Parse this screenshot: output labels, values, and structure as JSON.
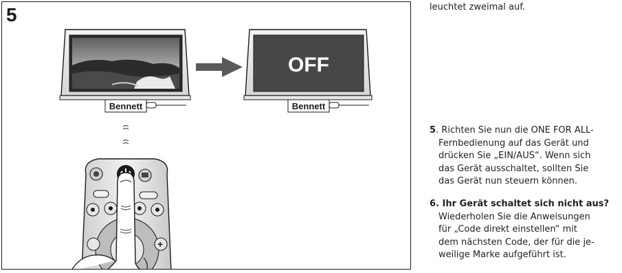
{
  "panel": {
    "step_number": "5",
    "tv_left_brand": "Bennett",
    "tv_right_brand": "Bennett",
    "tv_right_screen_text": "OFF"
  },
  "instructions": {
    "intro_tail": "leuchtet zweimal auf.",
    "step5": {
      "number": "5",
      "lines": [
        ". Richten Sie nun die ONE FOR ALL-",
        "Fernbedienung auf das Gerät und",
        "drücken Sie „EIN/AUS“. Wenn sich",
        "das Gerät ausschaltet, sollten Sie",
        "das Gerät nun steuern können."
      ]
    },
    "step6": {
      "number": "6",
      "heading": ". Ihr Gerät schaltet sich nicht aus?",
      "lines": [
        "Wiederholen Sie die Anweisungen",
        "für „Code direkt einstellen“ mit",
        "dem nächsten Code, der für die je-",
        "weilige Marke aufgeführt ist."
      ]
    }
  }
}
